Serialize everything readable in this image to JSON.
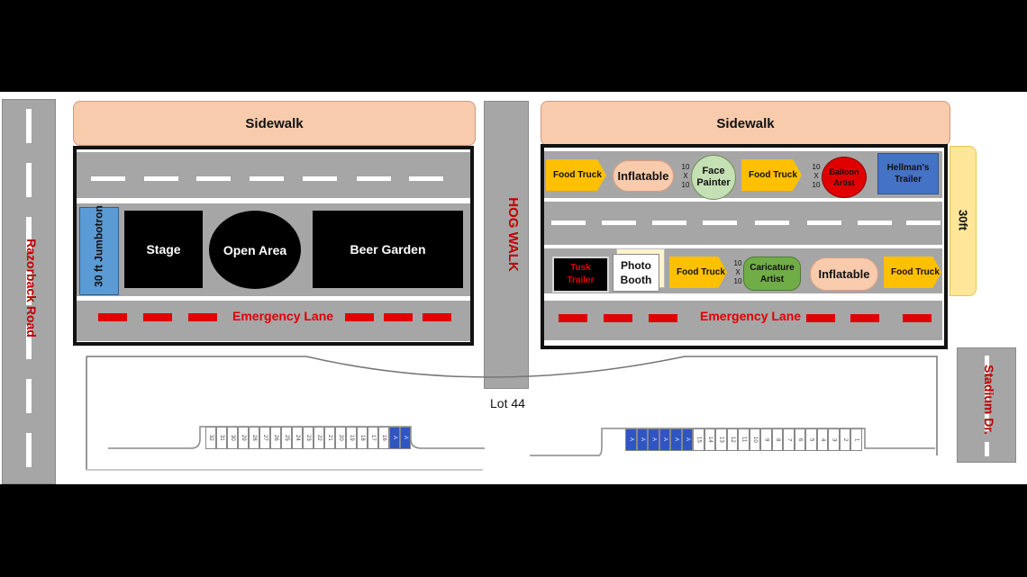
{
  "roads": {
    "razorback": "Razorback Road",
    "hog_walk": "HOG WALK",
    "stadium": "Stadium Dr."
  },
  "left_block": {
    "sidewalk": "Sidewalk",
    "jumbotron": "30 ft Jumbotron",
    "stage": "Stage",
    "open_area": "Open Area",
    "beer_garden": "Beer Garden",
    "emergency": "Emergency Lane"
  },
  "right_block": {
    "sidewalk": "Sidewalk",
    "width_label": "30ft",
    "top_row": {
      "food_truck_1": "Food Truck",
      "inflatable": "Inflatable",
      "dim_a": "10 X 10",
      "face_painter": "Face Painter",
      "food_truck_2": "Food Truck",
      "dim_b": "10 X 10",
      "balloon_artist": "Balloon Artist",
      "hellmans": "Hellman's Trailer"
    },
    "bottom_row": {
      "tusk_trailer": "Tusk Trailer",
      "photo_booth": "Photo Booth",
      "food_truck_3": "Food Truck",
      "dim_c": "10 X 10",
      "caricature": "Caricature Artist",
      "inflatable": "Inflatable",
      "food_truck_4": "Food Truck"
    },
    "emergency": "Emergency Lane"
  },
  "lot": {
    "label": "Lot 44",
    "left_slots": [
      "32",
      "31",
      "30",
      "29",
      "28",
      "27",
      "26",
      "25",
      "24",
      "23",
      "22",
      "21",
      "20",
      "19",
      "18",
      "17",
      "16",
      "A",
      "A"
    ],
    "left_blue_count": 2,
    "right_slots": [
      "A",
      "A",
      "A",
      "A",
      "A",
      "A",
      "15",
      "14",
      "13",
      "12",
      "11",
      "10",
      "9",
      "8",
      "7",
      "6",
      "5",
      "4",
      "3",
      "2",
      "1"
    ],
    "right_blue_count": 6
  },
  "colors": {
    "sidewalk": "#f8cbad",
    "road": "#a6a6a6",
    "emergency": "#e00000",
    "food_truck": "#ffc000",
    "jumbotron": "#5b9bd5",
    "balloon": "#e00000",
    "face_painter": "#c5e0b4",
    "caricature": "#70ad47",
    "hellmans": "#4472c4",
    "width_marker": "#ffe699",
    "parking_blue": "#2f55c2"
  }
}
